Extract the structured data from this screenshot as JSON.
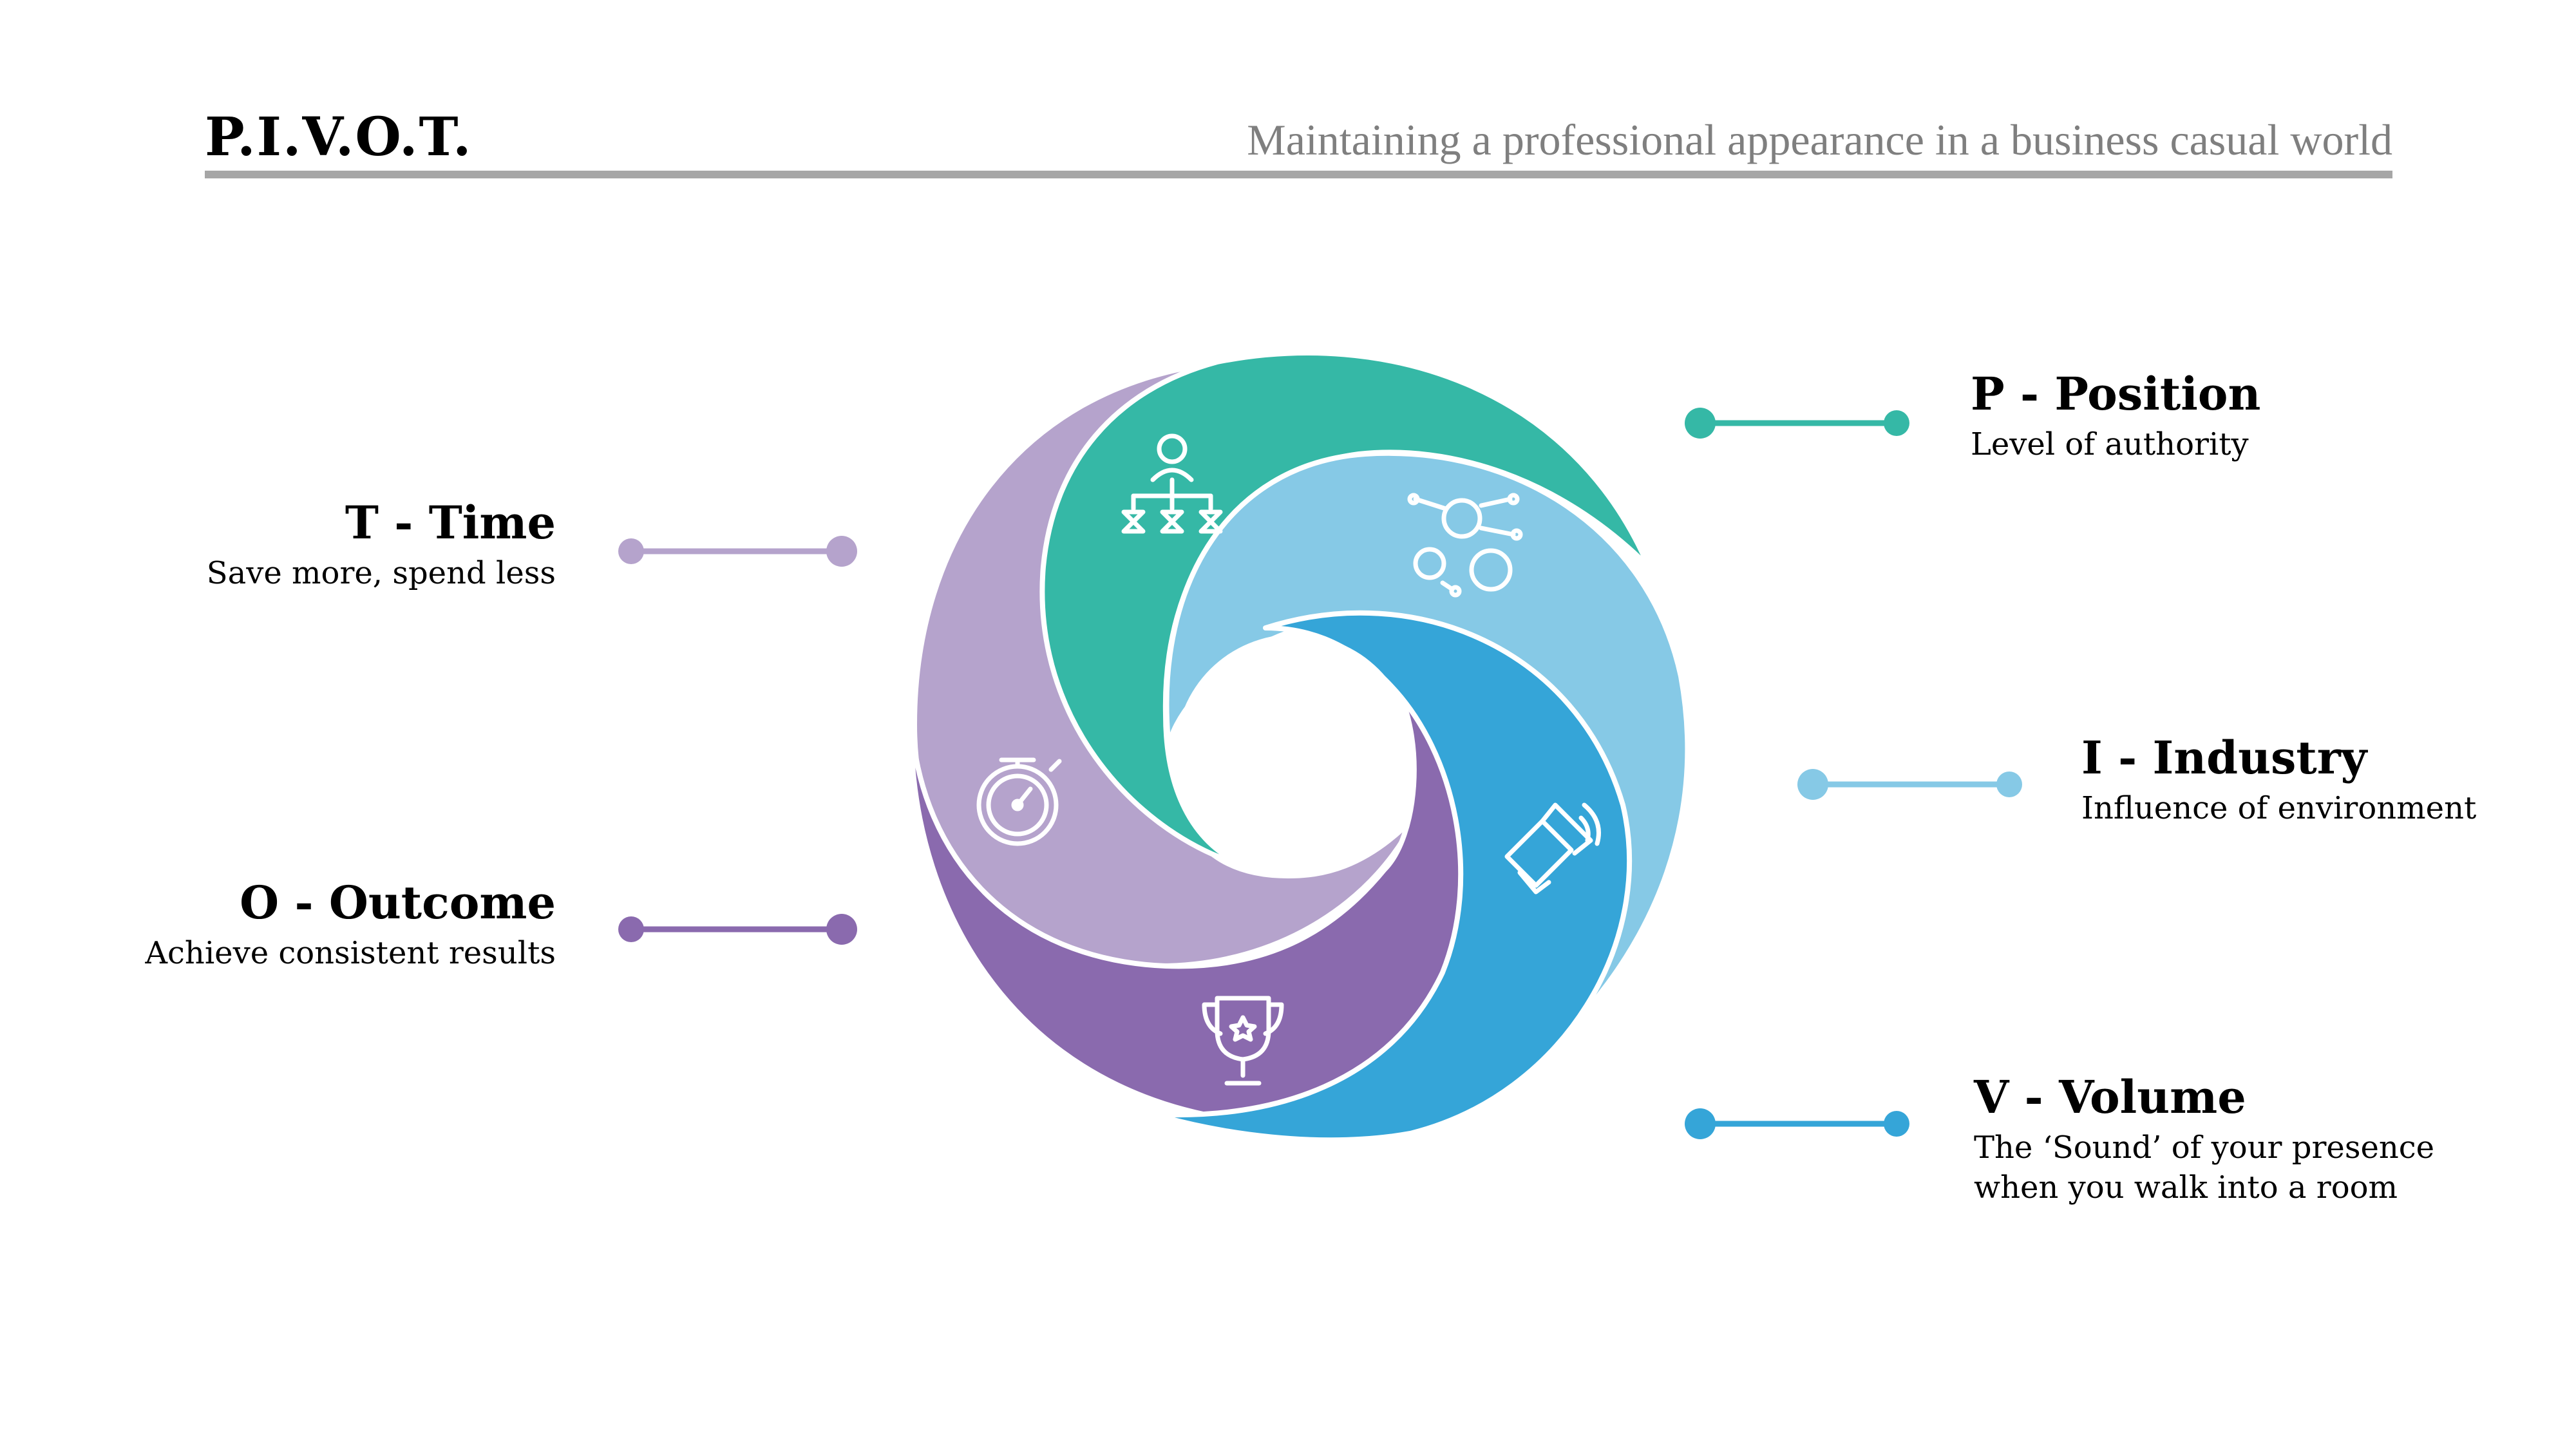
{
  "header": {
    "title": "P.I.V.O.T.",
    "subtitle": "Maintaining a professional appearance in a business casual world"
  },
  "items": [
    {
      "heading": "P - Position",
      "description": "Level of authority",
      "color": "#35b8a6",
      "icon": "org-chart-icon"
    },
    {
      "heading": "I - Industry",
      "description": "Influence of environment",
      "color": "#86c9e6",
      "icon": "network-people-icon"
    },
    {
      "heading": "V - Volume",
      "description": "The ‘Sound’ of your presence",
      "description_line2": "when you walk into a room",
      "color": "#35a5d8",
      "icon": "megaphone-icon"
    },
    {
      "heading": "O - Outcome",
      "description": "Achieve consistent results",
      "color": "#8a6aae",
      "icon": "trophy-icon"
    },
    {
      "heading": "T - Time",
      "description": "Save more, spend less",
      "color": "#b5a3cc",
      "icon": "stopwatch-icon"
    }
  ]
}
